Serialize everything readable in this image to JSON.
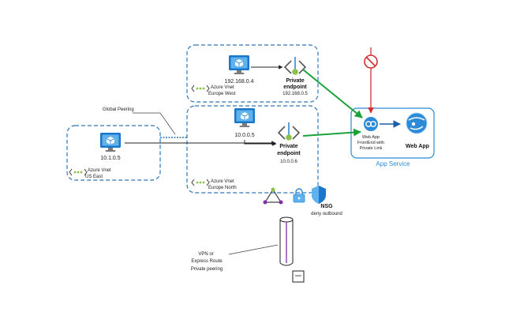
{
  "colors": {
    "vnet_border": "#2e75b6",
    "app_service": "#2c8ad6",
    "green_arrow": "#1aa33c",
    "red": "#d32f2f",
    "vm_blue": "#1b77c9",
    "endpoint_green": "#8bc34a",
    "purple": "#7b2fa8"
  },
  "vnets": {
    "west": {
      "vm_ip": "192.168.0.4",
      "label_line1": "Azure Vnet",
      "label_line2": "Europe West",
      "endpoint_title_line1": "Private",
      "endpoint_title_line2": "endpoint",
      "endpoint_ip": "192.168.0.5"
    },
    "north": {
      "vm_ip": "10.0.0.5",
      "label_line1": "Azure Vnet",
      "label_line2": "Europe North",
      "endpoint_title_line1": "Private",
      "endpoint_title_line2": "endpoint",
      "endpoint_ip": "10.0.0.6"
    },
    "east": {
      "vm_ip": "10.1.0.5",
      "label_line1": "Azure Vnet",
      "label_line2": "US East"
    }
  },
  "global_peering": "Global Peering",
  "app_service": {
    "label": "App Service",
    "frontend_line1": "Web App",
    "frontend_line2": "FrontEnd with",
    "frontend_line3": "Private Link",
    "webapp_label": "Web App"
  },
  "nsg": {
    "title": "NSG",
    "subtitle": "deny outbound"
  },
  "vpn": {
    "line1": "VPN or",
    "line2": "Express Route",
    "line3": "Private peering"
  },
  "icons": [
    "monitor-icon",
    "private-endpoint-icon",
    "vnet-icon",
    "no-entry-icon",
    "private-link-icon",
    "web-app-icon",
    "lock-icon",
    "shield-icon",
    "route-triangle-icon",
    "gateway-icon"
  ]
}
